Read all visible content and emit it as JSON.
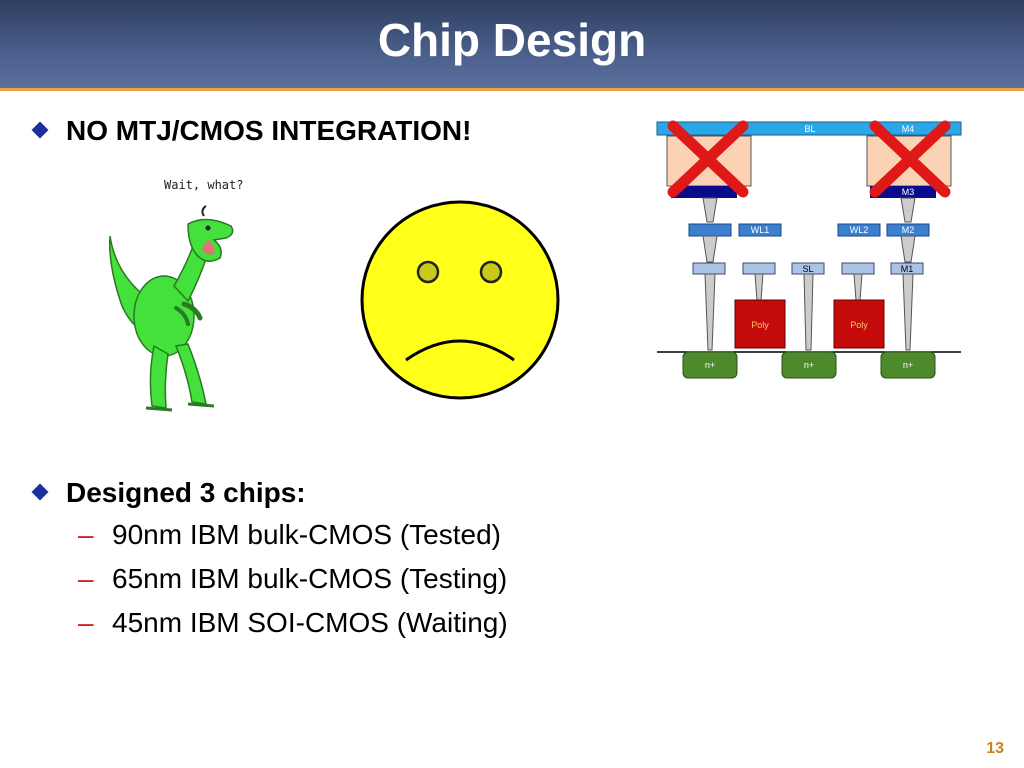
{
  "slide": {
    "title": "Chip Design",
    "page_number": "13"
  },
  "bullets": [
    {
      "text": "NO MTJ/CMOS INTEGRATION!"
    },
    {
      "text": "Designed 3 chips:"
    }
  ],
  "sub_bullets": [
    {
      "dash": "–",
      "text": "90nm IBM bulk-CMOS (Tested)"
    },
    {
      "dash": "–",
      "text": "65nm IBM bulk-CMOS (Testing)"
    },
    {
      "dash": "–",
      "text": "45nm IBM SOI-CMOS (Waiting)"
    }
  ],
  "dinosaur": {
    "speech": "Wait, what?"
  },
  "cross_section": {
    "labels": {
      "bl": "BL",
      "m4": "M4",
      "m3": "M3",
      "wl1": "WL1",
      "wl2": "WL2",
      "m2": "M2",
      "sl": "SL",
      "m1": "M1",
      "poly1": "Poly",
      "poly2": "Poly",
      "n1": "n+",
      "n2": "n+",
      "n3": "n+"
    }
  },
  "colors": {
    "header": "#3b4d78",
    "accent_rule": "#e8a33c",
    "bullet": "#1e2f9c",
    "dash": "#d21e1e",
    "cross": "#e01818",
    "smiley": "#ffff1a",
    "dinosaur": "#44e03c"
  }
}
